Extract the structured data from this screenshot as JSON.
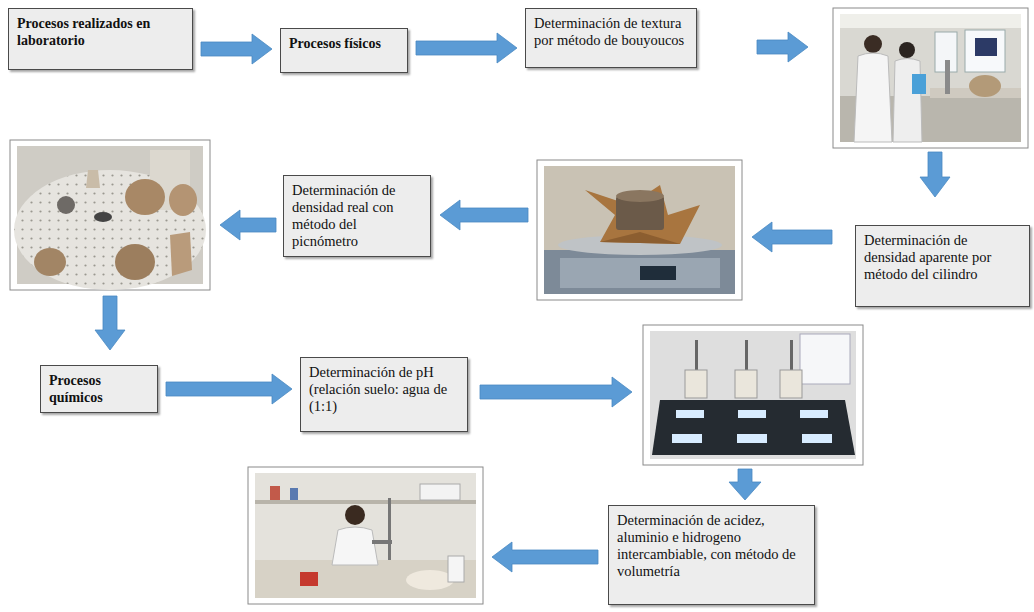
{
  "diagram": {
    "nodes": [
      {
        "text": [
          "Procesos realizados en laboratorio"
        ]
      },
      {
        "text": [
          "Procesos físicos"
        ]
      },
      {
        "text": [
          "Determinación de textura por método de bouyoucos"
        ]
      },
      {
        "text": [
          "Determinación de densidad aparente por método del cilindro"
        ]
      },
      {
        "text": [
          "Determinación de densidad real con método del picnómetro"
        ]
      },
      {
        "text": [
          "Procesos químicos"
        ]
      },
      {
        "text": [
          "Determinación de pH (relación suelo: agua de (1:1)"
        ]
      },
      {
        "text": [
          "Determinación de acidez, aluminio e hidrogeno intercambiable, con método de volumetría"
        ]
      }
    ],
    "edges": [
      {
        "from": 0,
        "to": 1,
        "arrow": "to"
      },
      {
        "from": 1,
        "to": 2,
        "arrow": "to"
      },
      {
        "from": 5,
        "to": 6,
        "arrow": "to"
      }
    ]
  }
}
